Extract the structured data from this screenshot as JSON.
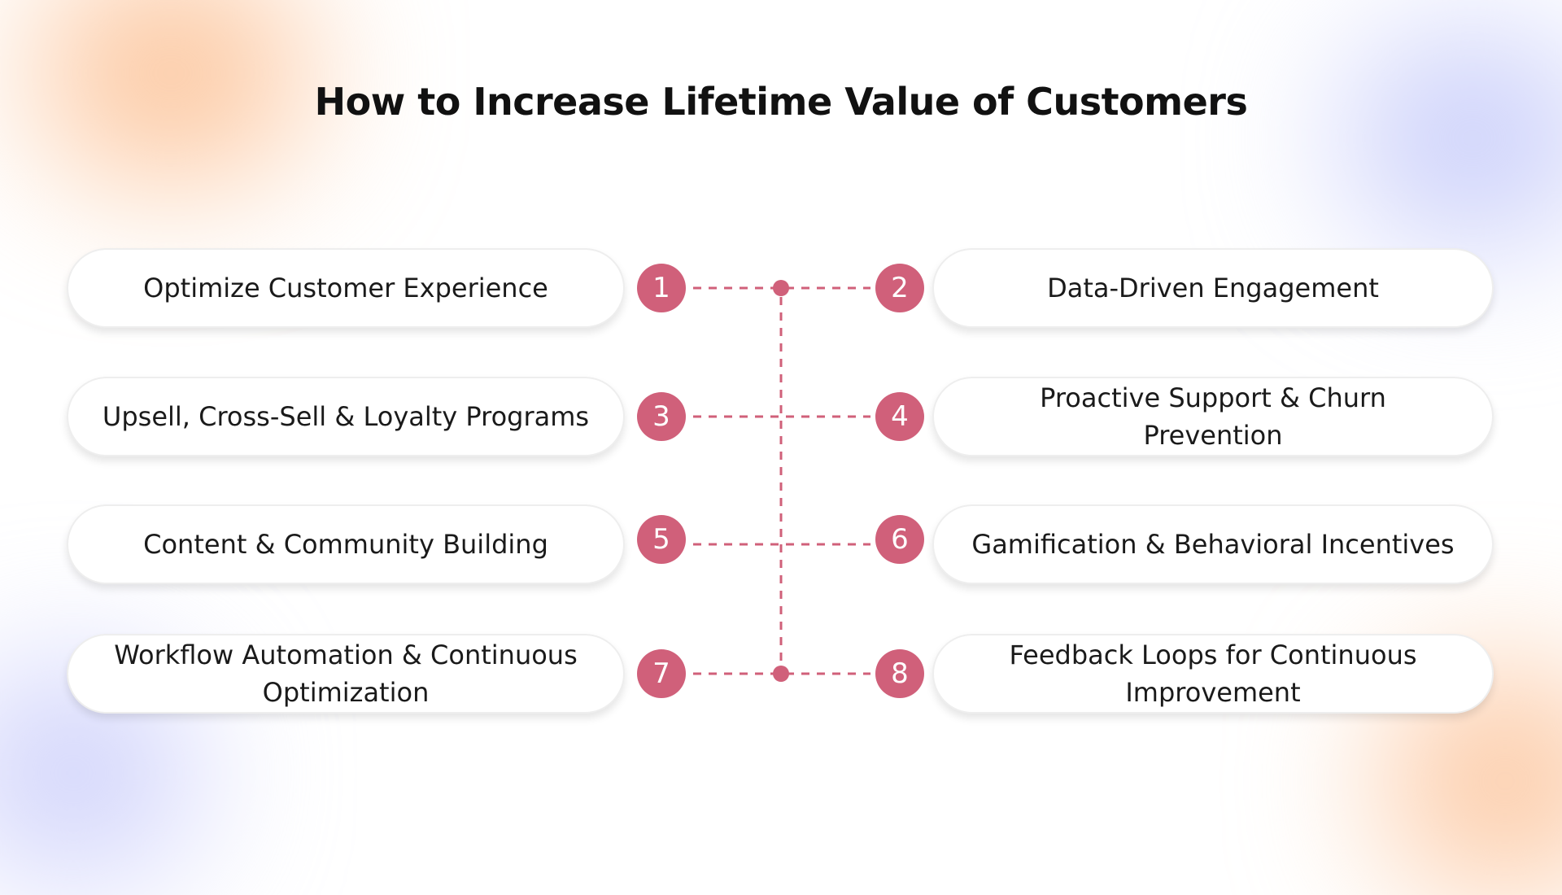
{
  "title": "How to Increase Lifetime Value of Customers",
  "accent": "#d0607a",
  "items": [
    {
      "n": "1",
      "label": "Optimize Customer Experience"
    },
    {
      "n": "2",
      "label": "Data-Driven Engagement"
    },
    {
      "n": "3",
      "label": "Upsell, Cross-Sell & Loyalty Programs"
    },
    {
      "n": "4",
      "label": "Proactive Support & Churn Prevention"
    },
    {
      "n": "5",
      "label": "Content & Community Building"
    },
    {
      "n": "6",
      "label": "Gamification & Behavioral Incentives"
    },
    {
      "n": "7",
      "label": "Workflow Automation & Continuous Optimization"
    },
    {
      "n": "8",
      "label": "Feedback Loops for Continuous Improvement"
    }
  ]
}
